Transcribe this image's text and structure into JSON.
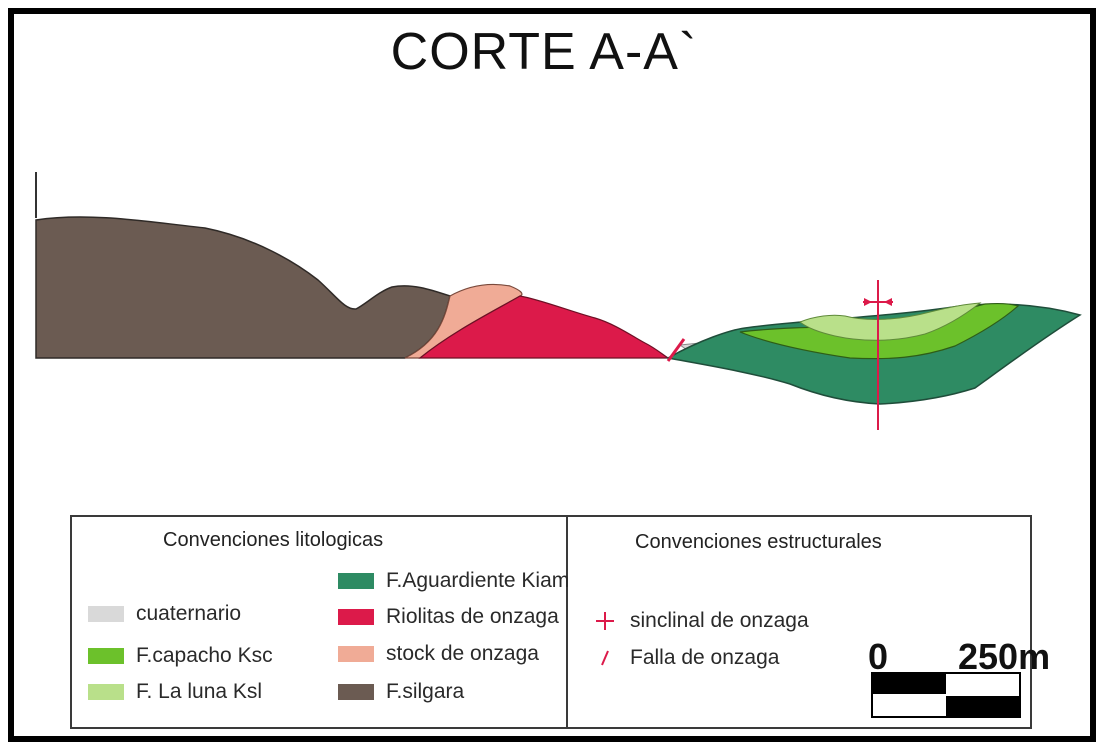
{
  "title": "CORTE A-A`",
  "legend_lito": {
    "heading": "Convenciones litologicas",
    "items": [
      {
        "label": "cuaternario",
        "color": "#d9d9d9"
      },
      {
        "label": "F.capacho Ksc",
        "color": "#6cc12b"
      },
      {
        "label": "F. La luna Ksl",
        "color": "#b9e08a"
      },
      {
        "label": "F.Aguardiente Kiam",
        "color": "#2e8b63"
      },
      {
        "label": "Riolitas de onzaga",
        "color": "#dc1a4a"
      },
      {
        "label": "stock de onzaga",
        "color": "#f0ab96"
      },
      {
        "label": "F.silgara",
        "color": "#6b5b52"
      }
    ]
  },
  "legend_struct": {
    "heading": "Convenciones estructurales",
    "items": [
      {
        "label": "sinclinal de onzaga",
        "icon": "syncline-icon",
        "color": "#dc1a4a"
      },
      {
        "label": "Falla de onzaga",
        "icon": "fault-icon",
        "color": "#dc1a4a"
      }
    ]
  },
  "scale": {
    "zero": "0",
    "max": "250m"
  }
}
